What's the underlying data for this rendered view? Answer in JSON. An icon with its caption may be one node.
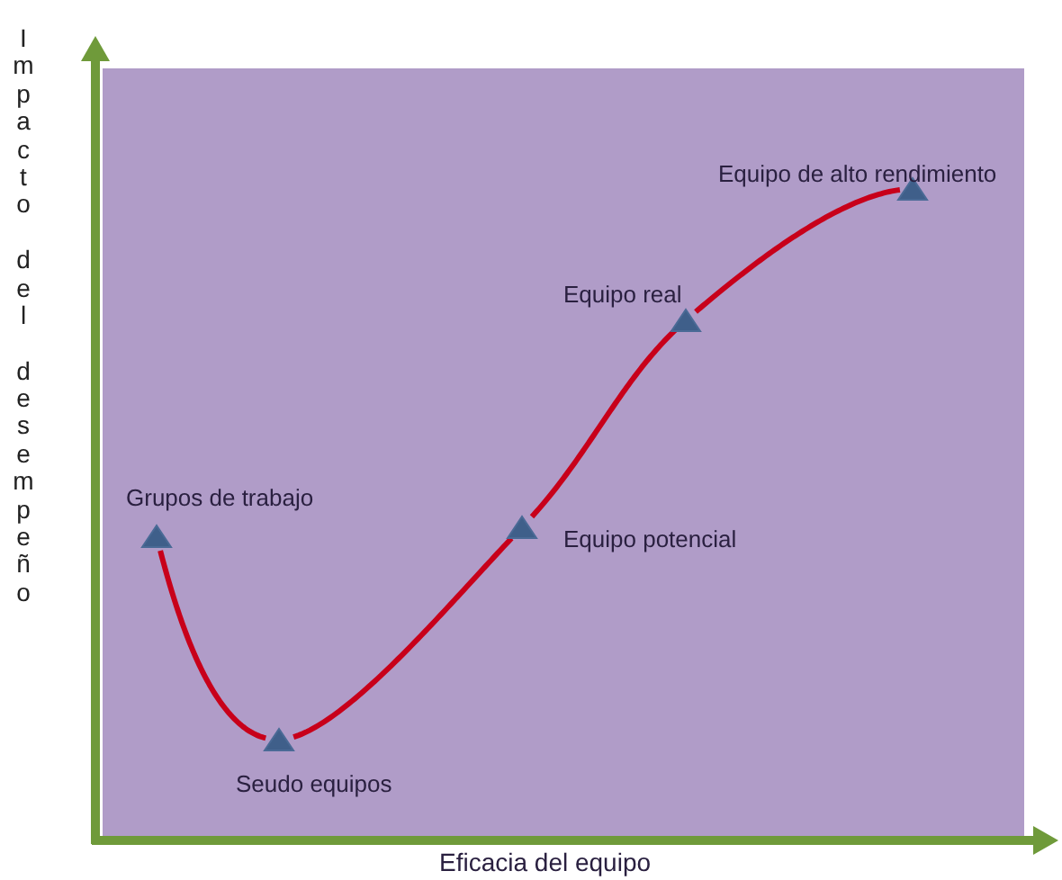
{
  "diagram": {
    "nodes": [
      {
        "text": [],
        "shape": "triangle",
        "beside": [
          "Grupos de trabajo"
        ]
      },
      {
        "text": [],
        "shape": "triangle",
        "beside": [
          "Seudo equipos"
        ]
      },
      {
        "text": [],
        "shape": "triangle",
        "beside": [
          "Equipo potencial"
        ]
      },
      {
        "text": [],
        "shape": "triangle",
        "beside": [
          "Equipo real"
        ]
      },
      {
        "text": [],
        "shape": "triangle",
        "beside": [
          "Equipo de alto rendimiento"
        ]
      }
    ],
    "edges": [
      {
        "from": 0,
        "to": 1,
        "arrow": "none"
      },
      {
        "from": 1,
        "to": 2,
        "arrow": "none"
      },
      {
        "from": 2,
        "to": 3,
        "arrow": "none"
      },
      {
        "from": 3,
        "to": 4,
        "arrow": "none"
      }
    ],
    "labels": [
      "Impacto del desempeño",
      "Eficacia del equipo"
    ]
  }
}
